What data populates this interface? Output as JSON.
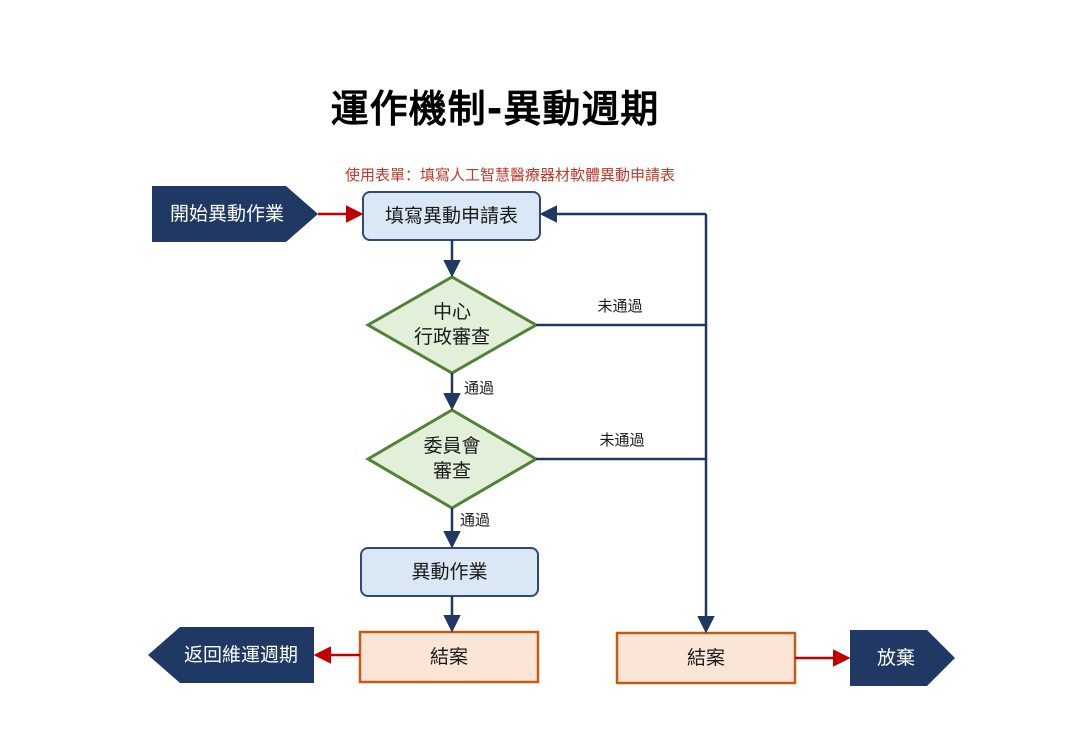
{
  "title": "運作機制-異動週期",
  "form_note": "使用表單：填寫人工智慧醫療器材軟體異動申請表",
  "nodes": {
    "start": "開始異動作業",
    "fill_form": "填寫異動申請表",
    "center_review": "中心\n行政審查",
    "committee_review": "委員會\n審查",
    "change_operation": "異動作業",
    "close_left": "結案",
    "close_right": "結案",
    "return_cycle": "返回維運週期",
    "abandon": "放棄"
  },
  "edge_labels": {
    "center_pass": "通過",
    "center_fail": "未通過",
    "committee_pass": "通過",
    "committee_fail": "未通過"
  },
  "colors": {
    "navy": "#1f3864",
    "process_fill": "#dae8f5",
    "process_stroke": "#2f4a75",
    "diamond_fill": "#e2efd9",
    "diamond_stroke": "#548235",
    "close_fill": "#fbe5d6",
    "close_stroke": "#c55a11",
    "arrow_red": "#c00000",
    "arrow_navy": "#1f3864"
  }
}
